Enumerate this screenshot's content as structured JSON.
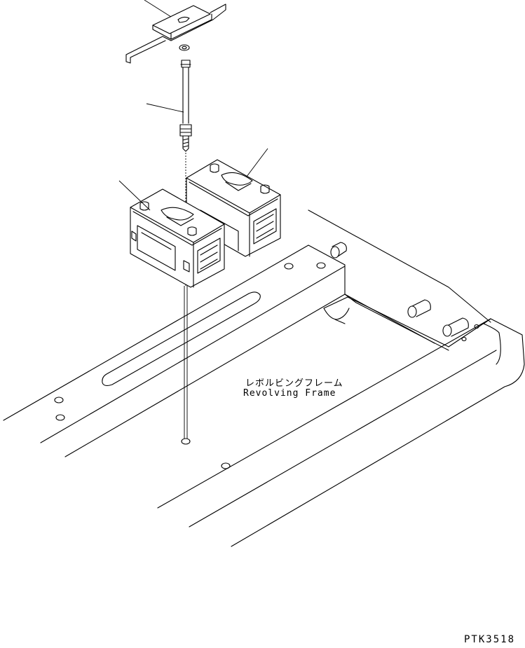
{
  "diagram": {
    "frame_label_jp": "レボルビングフレーム",
    "frame_label_en": "Revolving Frame",
    "figure_code": "PTK3518"
  },
  "colors": {
    "line": "#000000",
    "background": "#ffffff"
  }
}
